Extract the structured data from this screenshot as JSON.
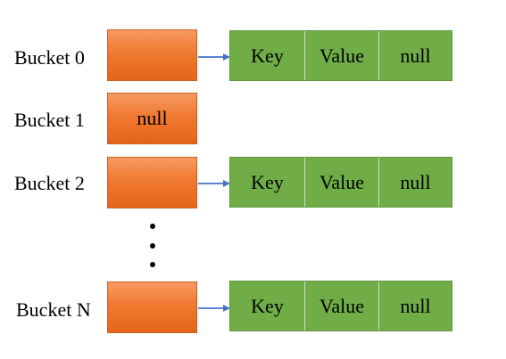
{
  "diagram": {
    "buckets": [
      {
        "label": "Bucket 0",
        "content": "",
        "node": {
          "key": "Key",
          "value": "Value",
          "next": "null"
        }
      },
      {
        "label": "Bucket 1",
        "content": "null"
      },
      {
        "label": "Bucket 2",
        "content": "",
        "node": {
          "key": "Key",
          "value": "Value",
          "next": "null"
        }
      },
      {
        "label": "Bucket N",
        "content": "",
        "node": {
          "key": "Key",
          "value": "Value",
          "next": "null"
        }
      }
    ],
    "colors": {
      "bucket_fill": "#f07a31",
      "node_fill": "#70ad47",
      "arrow": "#4472c4"
    }
  }
}
